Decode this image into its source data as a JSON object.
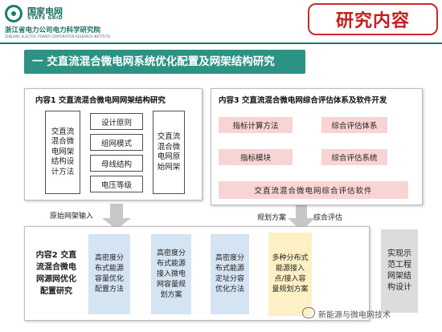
{
  "header": {
    "org_name": "国家电网",
    "org_name_en": "STATE GRID",
    "institute_name": "浙江省电力公司电力科学研究院",
    "institute_name_en": "ZHEJIANG ELECTRIC POWER CORPORATION RESEARCH INSTITUTE",
    "page_title": "研究内容"
  },
  "banner": {
    "text": "一 交直流混合微电网系统优化配置及网架结构研究"
  },
  "content1": {
    "title": "内容1 交直流混合微电网网架结构研究",
    "left_box": "交直流混合微电网架结构设计方法",
    "items": [
      "设计原则",
      "组网模式",
      "母线结构",
      "电压等级"
    ],
    "right_box": "交直流混合微电网原始网架"
  },
  "content3": {
    "title": "内容3 交直流混合微电网综合评估体系及软件开发",
    "indicator_method": "指标计算方法",
    "eval_system": "综合评估体系",
    "indicator_module": "指标模块",
    "plus_sign": "+",
    "eval_software_system": "综合评估系统",
    "software": "交直流混合微电网综合评估软件"
  },
  "flow_labels": {
    "original_input": "原始网架输入",
    "planning_scheme": "规划方案",
    "comprehensive_eval": "综合评估"
  },
  "content2": {
    "title": "内容2 交直流混合微电网源网优化配置研究",
    "steps": [
      "高密度分布式能源容量优化配置方法",
      "高密度分布式能源接入微电网容量规划方案",
      "高密度分布式能源定址分容优化方法",
      "多种分布式能源接入点/接入容量规划方案"
    ],
    "result": "实现示范工程网架结构设计"
  },
  "watermark": "新能源与微电网技术"
}
